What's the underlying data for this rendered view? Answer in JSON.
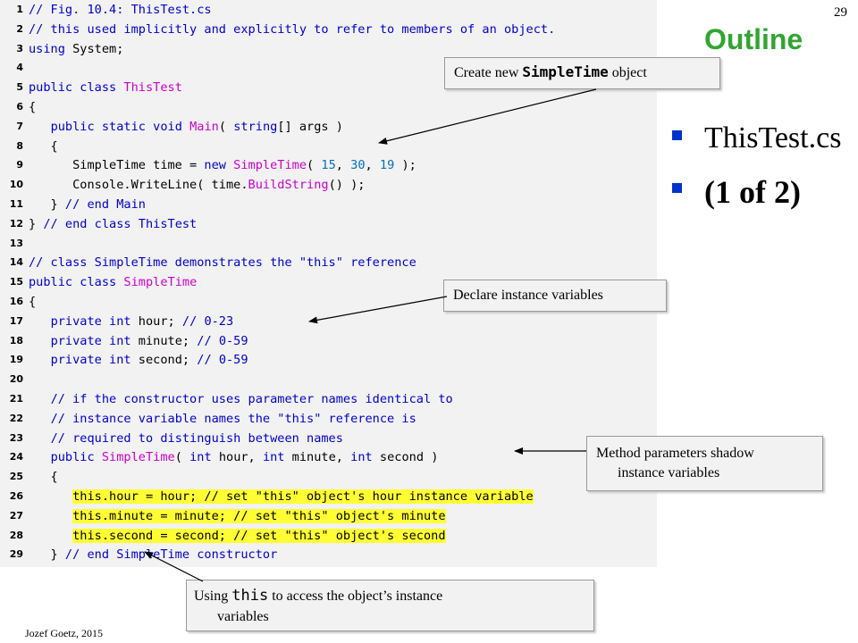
{
  "slide": {
    "number": "29",
    "outline_title": "Outline",
    "bullets": [
      "ThisTest.cs",
      "(1 of 2)"
    ],
    "footer": "Jozef Goetz, 2015"
  },
  "code": [
    {
      "n": "1",
      "t": [
        {
          "s": "// Fig. 10.4: ThisTest.cs",
          "c": "comment"
        }
      ]
    },
    {
      "n": "2",
      "t": [
        {
          "s": "// this used implicitly and explicitly to refer to members of an object.",
          "c": "comment"
        }
      ]
    },
    {
      "n": "3",
      "t": [
        {
          "s": "using",
          "c": "kw"
        },
        {
          "s": " System;",
          "c": ""
        }
      ]
    },
    {
      "n": "4",
      "t": []
    },
    {
      "n": "5",
      "t": [
        {
          "s": "public class",
          "c": "kw"
        },
        {
          "s": " ",
          "c": ""
        },
        {
          "s": "ThisTest",
          "c": "type"
        }
      ]
    },
    {
      "n": "6",
      "t": [
        {
          "s": "{",
          "c": ""
        }
      ]
    },
    {
      "n": "7",
      "t": [
        {
          "s": "   ",
          "c": ""
        },
        {
          "s": "public static void",
          "c": "kw"
        },
        {
          "s": " ",
          "c": ""
        },
        {
          "s": "Main",
          "c": "type"
        },
        {
          "s": "( ",
          "c": ""
        },
        {
          "s": "string",
          "c": "kw"
        },
        {
          "s": "[] args )",
          "c": ""
        }
      ]
    },
    {
      "n": "8",
      "t": [
        {
          "s": "   {",
          "c": ""
        }
      ]
    },
    {
      "n": "9",
      "t": [
        {
          "s": "      SimpleTime time = ",
          "c": ""
        },
        {
          "s": "new",
          "c": "kw"
        },
        {
          "s": " ",
          "c": ""
        },
        {
          "s": "SimpleTime",
          "c": "type"
        },
        {
          "s": "( ",
          "c": ""
        },
        {
          "s": "15",
          "c": "num"
        },
        {
          "s": ", ",
          "c": ""
        },
        {
          "s": "30",
          "c": "num"
        },
        {
          "s": ", ",
          "c": ""
        },
        {
          "s": "19",
          "c": "num"
        },
        {
          "s": " );",
          "c": ""
        }
      ]
    },
    {
      "n": "10",
      "t": [
        {
          "s": "      Console.WriteLine( time.",
          "c": ""
        },
        {
          "s": "BuildString",
          "c": "type"
        },
        {
          "s": "() );",
          "c": ""
        }
      ]
    },
    {
      "n": "11",
      "t": [
        {
          "s": "   } ",
          "c": ""
        },
        {
          "s": "// end Main",
          "c": "comment"
        }
      ]
    },
    {
      "n": "12",
      "t": [
        {
          "s": "} ",
          "c": ""
        },
        {
          "s": "// end class ThisTest",
          "c": "comment"
        }
      ]
    },
    {
      "n": "13",
      "t": []
    },
    {
      "n": "14",
      "t": [
        {
          "s": "// class SimpleTime demonstrates the \"this\" reference",
          "c": "comment"
        }
      ]
    },
    {
      "n": "15",
      "t": [
        {
          "s": "public class",
          "c": "kw"
        },
        {
          "s": " ",
          "c": ""
        },
        {
          "s": "SimpleTime",
          "c": "type"
        }
      ]
    },
    {
      "n": "16",
      "t": [
        {
          "s": "{",
          "c": ""
        }
      ]
    },
    {
      "n": "17",
      "t": [
        {
          "s": "   ",
          "c": ""
        },
        {
          "s": "private int",
          "c": "kw"
        },
        {
          "s": " hour; ",
          "c": ""
        },
        {
          "s": "// 0-23",
          "c": "comment"
        }
      ]
    },
    {
      "n": "18",
      "t": [
        {
          "s": "   ",
          "c": ""
        },
        {
          "s": "private int",
          "c": "kw"
        },
        {
          "s": " minute; ",
          "c": ""
        },
        {
          "s": "// 0-59",
          "c": "comment"
        }
      ]
    },
    {
      "n": "19",
      "t": [
        {
          "s": "   ",
          "c": ""
        },
        {
          "s": "private int",
          "c": "kw"
        },
        {
          "s": " second; ",
          "c": ""
        },
        {
          "s": "// 0-59",
          "c": "comment"
        }
      ]
    },
    {
      "n": "20",
      "t": []
    },
    {
      "n": "21",
      "t": [
        {
          "s": "   ",
          "c": ""
        },
        {
          "s": "// if the constructor uses parameter names identical to",
          "c": "comment"
        }
      ]
    },
    {
      "n": "22",
      "t": [
        {
          "s": "   ",
          "c": ""
        },
        {
          "s": "// instance variable names the \"this\" reference is",
          "c": "comment"
        }
      ]
    },
    {
      "n": "23",
      "t": [
        {
          "s": "   ",
          "c": ""
        },
        {
          "s": "// required to distinguish between names",
          "c": "comment"
        }
      ]
    },
    {
      "n": "24",
      "t": [
        {
          "s": "   ",
          "c": ""
        },
        {
          "s": "public",
          "c": "kw"
        },
        {
          "s": " ",
          "c": ""
        },
        {
          "s": "SimpleTime",
          "c": "type"
        },
        {
          "s": "( ",
          "c": ""
        },
        {
          "s": "int",
          "c": "kw"
        },
        {
          "s": " hour, ",
          "c": ""
        },
        {
          "s": "int",
          "c": "kw"
        },
        {
          "s": " minute, ",
          "c": ""
        },
        {
          "s": "int",
          "c": "kw"
        },
        {
          "s": " second )",
          "c": ""
        }
      ]
    },
    {
      "n": "25",
      "t": [
        {
          "s": "   {",
          "c": ""
        }
      ]
    },
    {
      "n": "26",
      "t": [
        {
          "s": "      ",
          "c": ""
        },
        {
          "s": "this.hour = hour; // set \"this\" object's hour instance variable",
          "c": "hl"
        }
      ]
    },
    {
      "n": "27",
      "t": [
        {
          "s": "      ",
          "c": ""
        },
        {
          "s": "this.minute = minute; // set \"this\" object's minute",
          "c": "hl"
        }
      ]
    },
    {
      "n": "28",
      "t": [
        {
          "s": "      ",
          "c": ""
        },
        {
          "s": "this.second = second; // set \"this\" object's second",
          "c": "hl"
        }
      ]
    },
    {
      "n": "29",
      "t": [
        {
          "s": "   } ",
          "c": ""
        },
        {
          "s": "// end SimpleTime constructor",
          "c": "comment"
        }
      ]
    }
  ],
  "callouts": {
    "new_object": {
      "pre": "Create new ",
      "mono": "SimpleTime",
      "post": " object"
    },
    "instance_vars": {
      "text": "Declare instance variables"
    },
    "shadow": {
      "line1": "Method parameters shadow",
      "line2": "instance variables"
    },
    "using_this": {
      "pre": "Using ",
      "mono": "this",
      "post": " to access the object’s instance",
      "line2": "variables"
    }
  },
  "colors": {
    "outline_title": "#33a532",
    "bullet_square": "#0033cc",
    "highlight": "#ffff33",
    "code_background": "#f2f2f2"
  }
}
